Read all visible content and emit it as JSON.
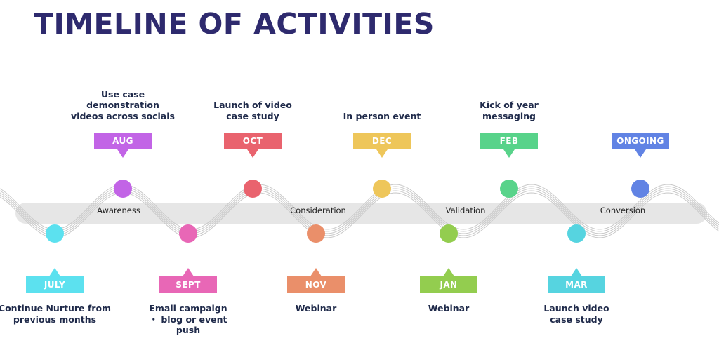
{
  "title": "TIMELINE OF ACTIVITIES",
  "stages": [
    "Awareness",
    "Consideration",
    "Validation",
    "Conversion"
  ],
  "milestones": [
    {
      "month": "JULY",
      "position": "bottom",
      "color": "#5ce1ef",
      "description": [
        "Continue Nurture from",
        "previous months"
      ]
    },
    {
      "month": "AUG",
      "position": "top",
      "color": "#c264e6",
      "description": [
        "Use case",
        "demonstration",
        "videos across socials"
      ]
    },
    {
      "month": "SEPT",
      "position": "bottom",
      "color": "#e867b6",
      "description": [
        "Email campaign",
        "・ blog or event",
        "push"
      ]
    },
    {
      "month": "OCT",
      "position": "top",
      "color": "#e9636e",
      "description": [
        "Launch of video",
        "case study"
      ]
    },
    {
      "month": "NOV",
      "position": "bottom",
      "color": "#ea8f6a",
      "description": [
        "Webinar"
      ]
    },
    {
      "month": "DEC",
      "position": "top",
      "color": "#eec65a",
      "description": [
        "In person event"
      ]
    },
    {
      "month": "JAN",
      "position": "bottom",
      "color": "#93cd4f",
      "description": [
        "Webinar"
      ]
    },
    {
      "month": "FEB",
      "position": "top",
      "color": "#58d38a",
      "description": [
        "Kick of year",
        "messaging"
      ]
    },
    {
      "month": "MAR",
      "position": "bottom",
      "color": "#56d4e0",
      "description": [
        "Launch video",
        "case study"
      ]
    },
    {
      "month": "ONGOING",
      "position": "top",
      "color": "#6183e4",
      "description": []
    }
  ]
}
